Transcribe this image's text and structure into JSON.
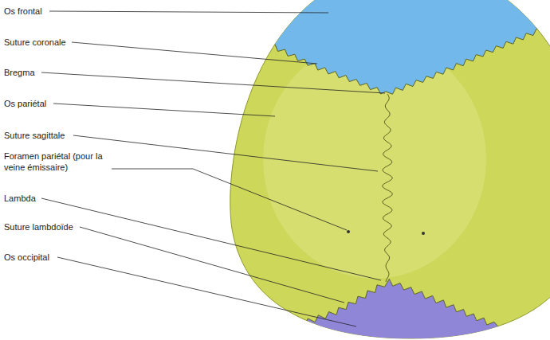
{
  "diagram": {
    "labels": [
      "Os frontal",
      "Suture coronale",
      "Bregma",
      "Os pariétal",
      "Suture sagittale",
      "Foramen pariétal (pour la veine émissaire)",
      "Lambda",
      "Suture lambdoïde",
      "Os occipital"
    ]
  }
}
